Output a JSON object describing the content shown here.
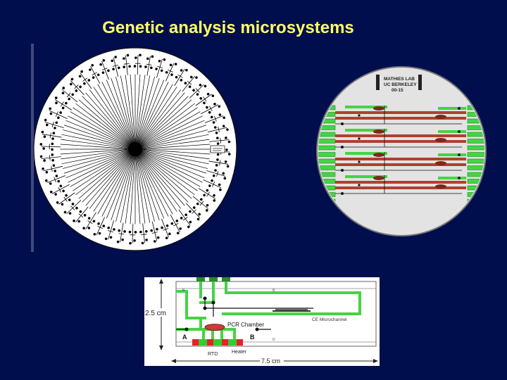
{
  "slide": {
    "title": "Genetic analysis microsystems",
    "background": "#000e4d",
    "title_color": "#ffff66"
  },
  "chip_wafer": {
    "logo_lines": [
      "MATHIES LAB",
      "UC BERKELEY",
      "00-15"
    ]
  },
  "schematic": {
    "dim_height": "2.5 cm",
    "dim_width": "7.5 cm",
    "pcr_chamber_label": "PCR Chamber",
    "ce_label": "CE Microchannel",
    "port_a": "A",
    "port_b": "B",
    "rtd_label": "RTD",
    "heater_label": "Heater",
    "small_labels": [
      "B",
      "B",
      "D"
    ],
    "colors": {
      "heater": "#e8202a",
      "rtd": "#33cc33",
      "channel": "#44d444"
    }
  }
}
